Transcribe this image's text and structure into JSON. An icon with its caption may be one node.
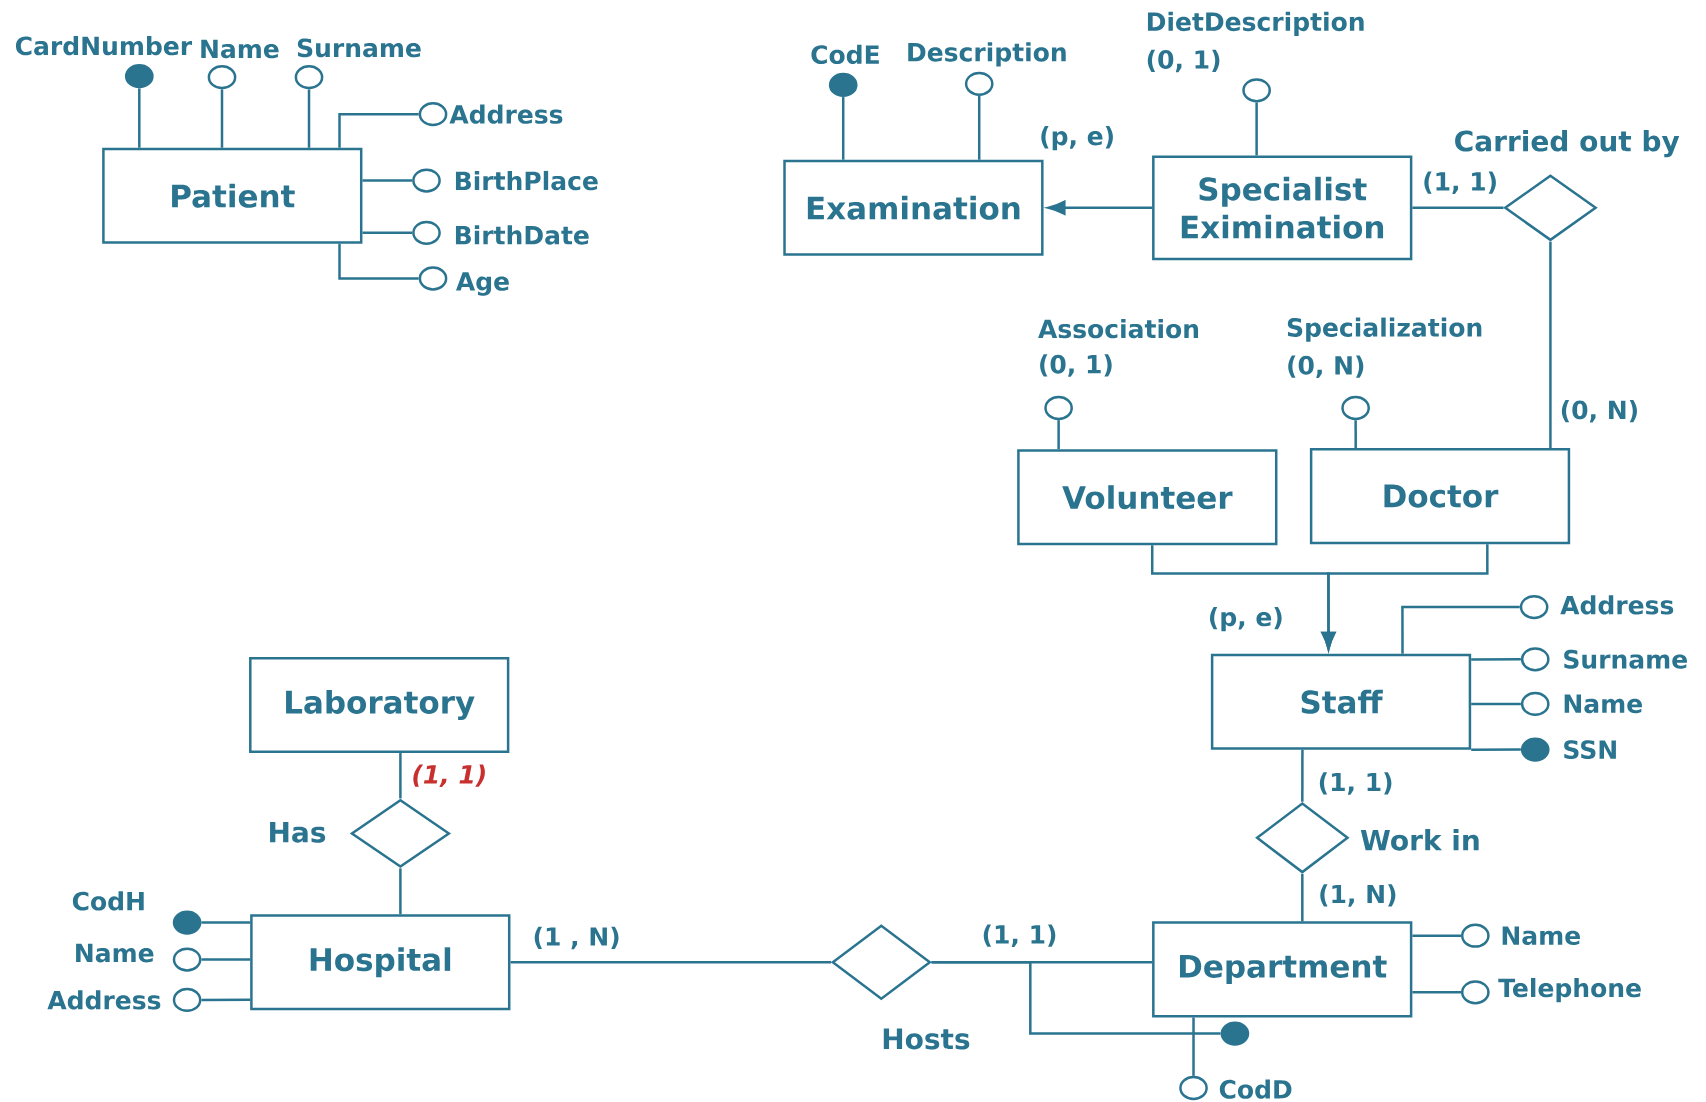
{
  "diagram": {
    "nodes": [
      {
        "text": [
          "Patient"
        ]
      },
      {
        "text": [],
        "shape": "dot",
        "beside": [
          "CardNumber"
        ]
      },
      {
        "text": [],
        "shape": "circle",
        "beside": [
          "Name"
        ]
      },
      {
        "text": [],
        "shape": "circle",
        "beside": [
          "Surname"
        ]
      },
      {
        "text": [],
        "shape": "circle",
        "beside": [
          "Address"
        ]
      },
      {
        "text": [],
        "shape": "circle",
        "beside": [
          "BirthPlace"
        ]
      },
      {
        "text": [],
        "shape": "circle",
        "beside": [
          "BirthDate"
        ]
      },
      {
        "text": [],
        "shape": "circle",
        "beside": [
          "Age"
        ]
      },
      {
        "text": [
          "Examination"
        ]
      },
      {
        "text": [],
        "shape": "dot",
        "beside": [
          "CodE"
        ]
      },
      {
        "text": [],
        "shape": "circle",
        "beside": [
          "Description"
        ]
      },
      {
        "text": [
          "Specialist Eximination"
        ]
      },
      {
        "text": [],
        "shape": "circle",
        "beside": [
          "DietDescription"
        ]
      },
      {
        "text": [
          "Carried out by"
        ]
      },
      {
        "text": [
          "Volunteer"
        ]
      },
      {
        "text": [],
        "shape": "circle",
        "beside": [
          "Association"
        ]
      },
      {
        "text": [
          "Doctor"
        ]
      },
      {
        "text": [],
        "shape": "circle",
        "beside": [
          "Specialization"
        ]
      },
      {
        "text": [
          "Staff"
        ]
      },
      {
        "text": [],
        "shape": "circle",
        "beside": [
          "Address"
        ]
      },
      {
        "text": [],
        "shape": "circle",
        "beside": [
          "Surname"
        ]
      },
      {
        "text": [],
        "shape": "circle",
        "beside": [
          "Name"
        ]
      },
      {
        "text": [],
        "shape": "dot",
        "beside": [
          "SSN"
        ]
      },
      {
        "text": [
          "Laboratory"
        ]
      },
      {
        "text": [
          "Has"
        ]
      },
      {
        "text": [
          "Work in"
        ]
      },
      {
        "text": [
          "Hospital"
        ]
      },
      {
        "text": [],
        "shape": "dot",
        "beside": [
          "CodH"
        ]
      },
      {
        "text": [],
        "shape": "circle",
        "beside": [
          "Name"
        ]
      },
      {
        "text": [],
        "shape": "circle",
        "beside": [
          "Address"
        ]
      },
      {
        "text": [
          "Hosts"
        ]
      },
      {
        "text": [
          "Department"
        ]
      },
      {
        "text": [],
        "shape": "circle",
        "beside": [
          "Name"
        ]
      },
      {
        "text": [],
        "shape": "circle",
        "beside": [
          "Telephone"
        ]
      },
      {
        "text": [],
        "shape": "dot"
      },
      {
        "text": [],
        "shape": "circle",
        "beside": [
          "CodD"
        ]
      }
    ],
    "edges": [
      {
        "from": 0,
        "to": 1,
        "arrow": "none"
      },
      {
        "from": 0,
        "to": 2,
        "arrow": "none"
      },
      {
        "from": 0,
        "to": 3,
        "arrow": "none"
      },
      {
        "from": 0,
        "to": 4,
        "arrow": "none"
      },
      {
        "from": 0,
        "to": 5,
        "arrow": "none"
      },
      {
        "from": 0,
        "to": 6,
        "arrow": "none"
      },
      {
        "from": 0,
        "to": 7,
        "arrow": "none"
      },
      {
        "from": 8,
        "to": 9,
        "arrow": "none"
      },
      {
        "from": 8,
        "to": 10,
        "arrow": "none"
      },
      {
        "from": 11,
        "to": 8,
        "arrow": "to",
        "label": "(p, e)"
      },
      {
        "from": 11,
        "to": 12,
        "arrow": "none",
        "label": "(0, 1)"
      },
      {
        "from": 11,
        "to": 13,
        "arrow": "none",
        "label": "(1, 1)"
      },
      {
        "from": 13,
        "to": 16,
        "arrow": "none",
        "label": "(0, N)"
      },
      {
        "from": 14,
        "to": 15,
        "arrow": "none",
        "label": "(0, 1)"
      },
      {
        "from": 16,
        "to": 17,
        "arrow": "none",
        "label": "(0, N)"
      },
      {
        "from": 14,
        "to": 18,
        "arrow": "to",
        "label": "(p, e)"
      },
      {
        "from": 16,
        "to": 18,
        "arrow": "to"
      },
      {
        "from": 18,
        "to": 19,
        "arrow": "none"
      },
      {
        "from": 18,
        "to": 20,
        "arrow": "none"
      },
      {
        "from": 18,
        "to": 21,
        "arrow": "none"
      },
      {
        "from": 18,
        "to": 22,
        "arrow": "none"
      },
      {
        "from": 23,
        "to": 24,
        "arrow": "none",
        "label": "(1, 1)"
      },
      {
        "from": 24,
        "to": 26,
        "arrow": "none"
      },
      {
        "from": 18,
        "to": 25,
        "arrow": "none",
        "label": "(1, 1)"
      },
      {
        "from": 25,
        "to": 31,
        "arrow": "none",
        "label": "(1, N)"
      },
      {
        "from": 26,
        "to": 27,
        "arrow": "none"
      },
      {
        "from": 26,
        "to": 28,
        "arrow": "none"
      },
      {
        "from": 26,
        "to": 29,
        "arrow": "none"
      },
      {
        "from": 26,
        "to": 30,
        "arrow": "none",
        "label": "(1 , N)"
      },
      {
        "from": 30,
        "to": 31,
        "arrow": "none",
        "label": "(1, 1)"
      },
      {
        "from": 30,
        "to": 34,
        "arrow": "none"
      },
      {
        "from": 31,
        "to": 32,
        "arrow": "none"
      },
      {
        "from": 31,
        "to": 33,
        "arrow": "none"
      },
      {
        "from": 31,
        "to": 35,
        "arrow": "none"
      }
    ]
  }
}
